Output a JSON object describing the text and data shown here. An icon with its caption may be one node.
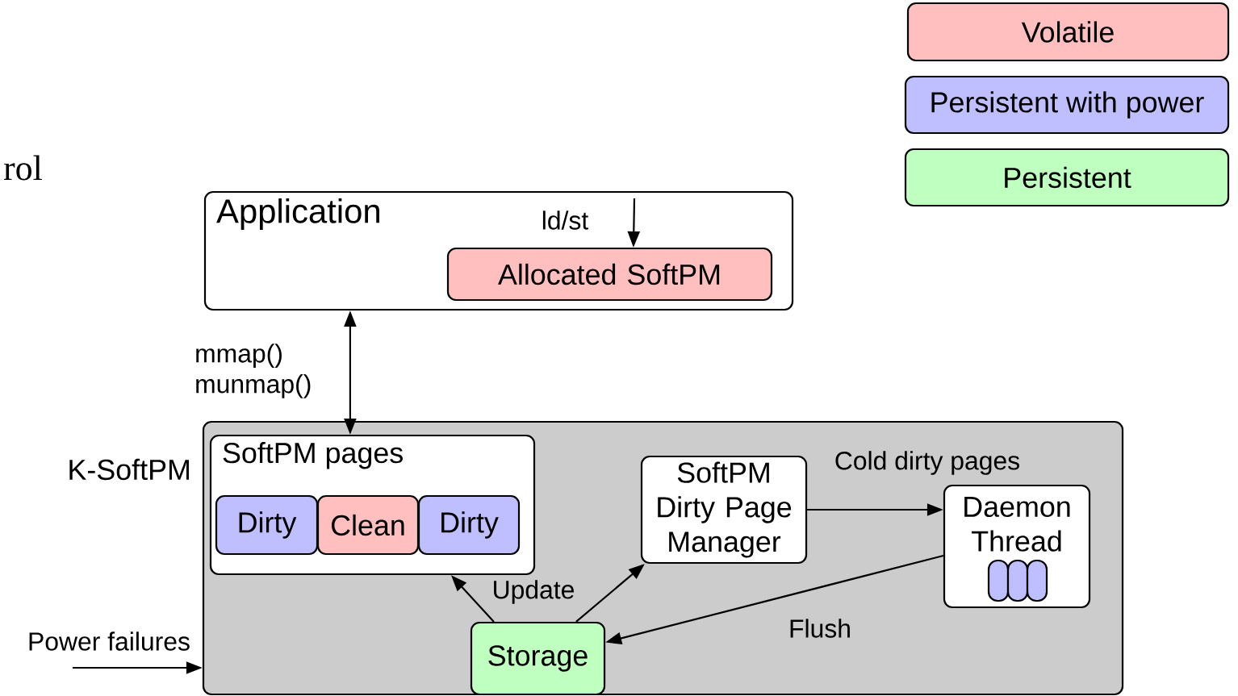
{
  "diagram": {
    "nodes": [
      {
        "text": [
          "Application"
        ]
      },
      {
        "text": [
          "Allocated SoftPM"
        ],
        "in": 0
      },
      {
        "text": [
          "K-SoftPM"
        ]
      },
      {
        "text": [
          "SoftPM pages"
        ],
        "in": 2
      },
      {
        "text": [
          "Dirty"
        ],
        "in": 3
      },
      {
        "text": [
          "Clean"
        ],
        "in": 3
      },
      {
        "text": [
          "Dirty"
        ],
        "in": 3
      },
      {
        "text": [
          "SoftPM Dirty Page Manager"
        ],
        "in": 2
      },
      {
        "text": [
          "Daemon Thread"
        ],
        "in": 2
      },
      {
        "text": [
          "Storage"
        ],
        "in": 2
      }
    ],
    "edges": [
      {
        "from": 0,
        "to": 3,
        "arrow": "both",
        "label": "mmap() munmap()"
      },
      {
        "from": null,
        "to": 1,
        "arrow": "to",
        "label": "ld/st"
      },
      {
        "from": 9,
        "to": 3,
        "arrow": "to",
        "label": "Update"
      },
      {
        "from": 9,
        "to": 7,
        "arrow": "to"
      },
      {
        "from": 7,
        "to": 8,
        "arrow": "to",
        "label": "Cold dirty pages"
      },
      {
        "from": 8,
        "to": 9,
        "arrow": "to",
        "label": "Flush"
      },
      {
        "from": null,
        "to": 2,
        "arrow": "to",
        "label": "Power failures"
      }
    ],
    "labels": [
      "rol"
    ],
    "legend": [
      {
        "text": "Volatile",
        "color": "#ffbfbf"
      },
      {
        "text": "Persistent with power",
        "color": "#bfbfff"
      },
      {
        "text": "Persistent",
        "color": "#bfffbf"
      }
    ]
  }
}
